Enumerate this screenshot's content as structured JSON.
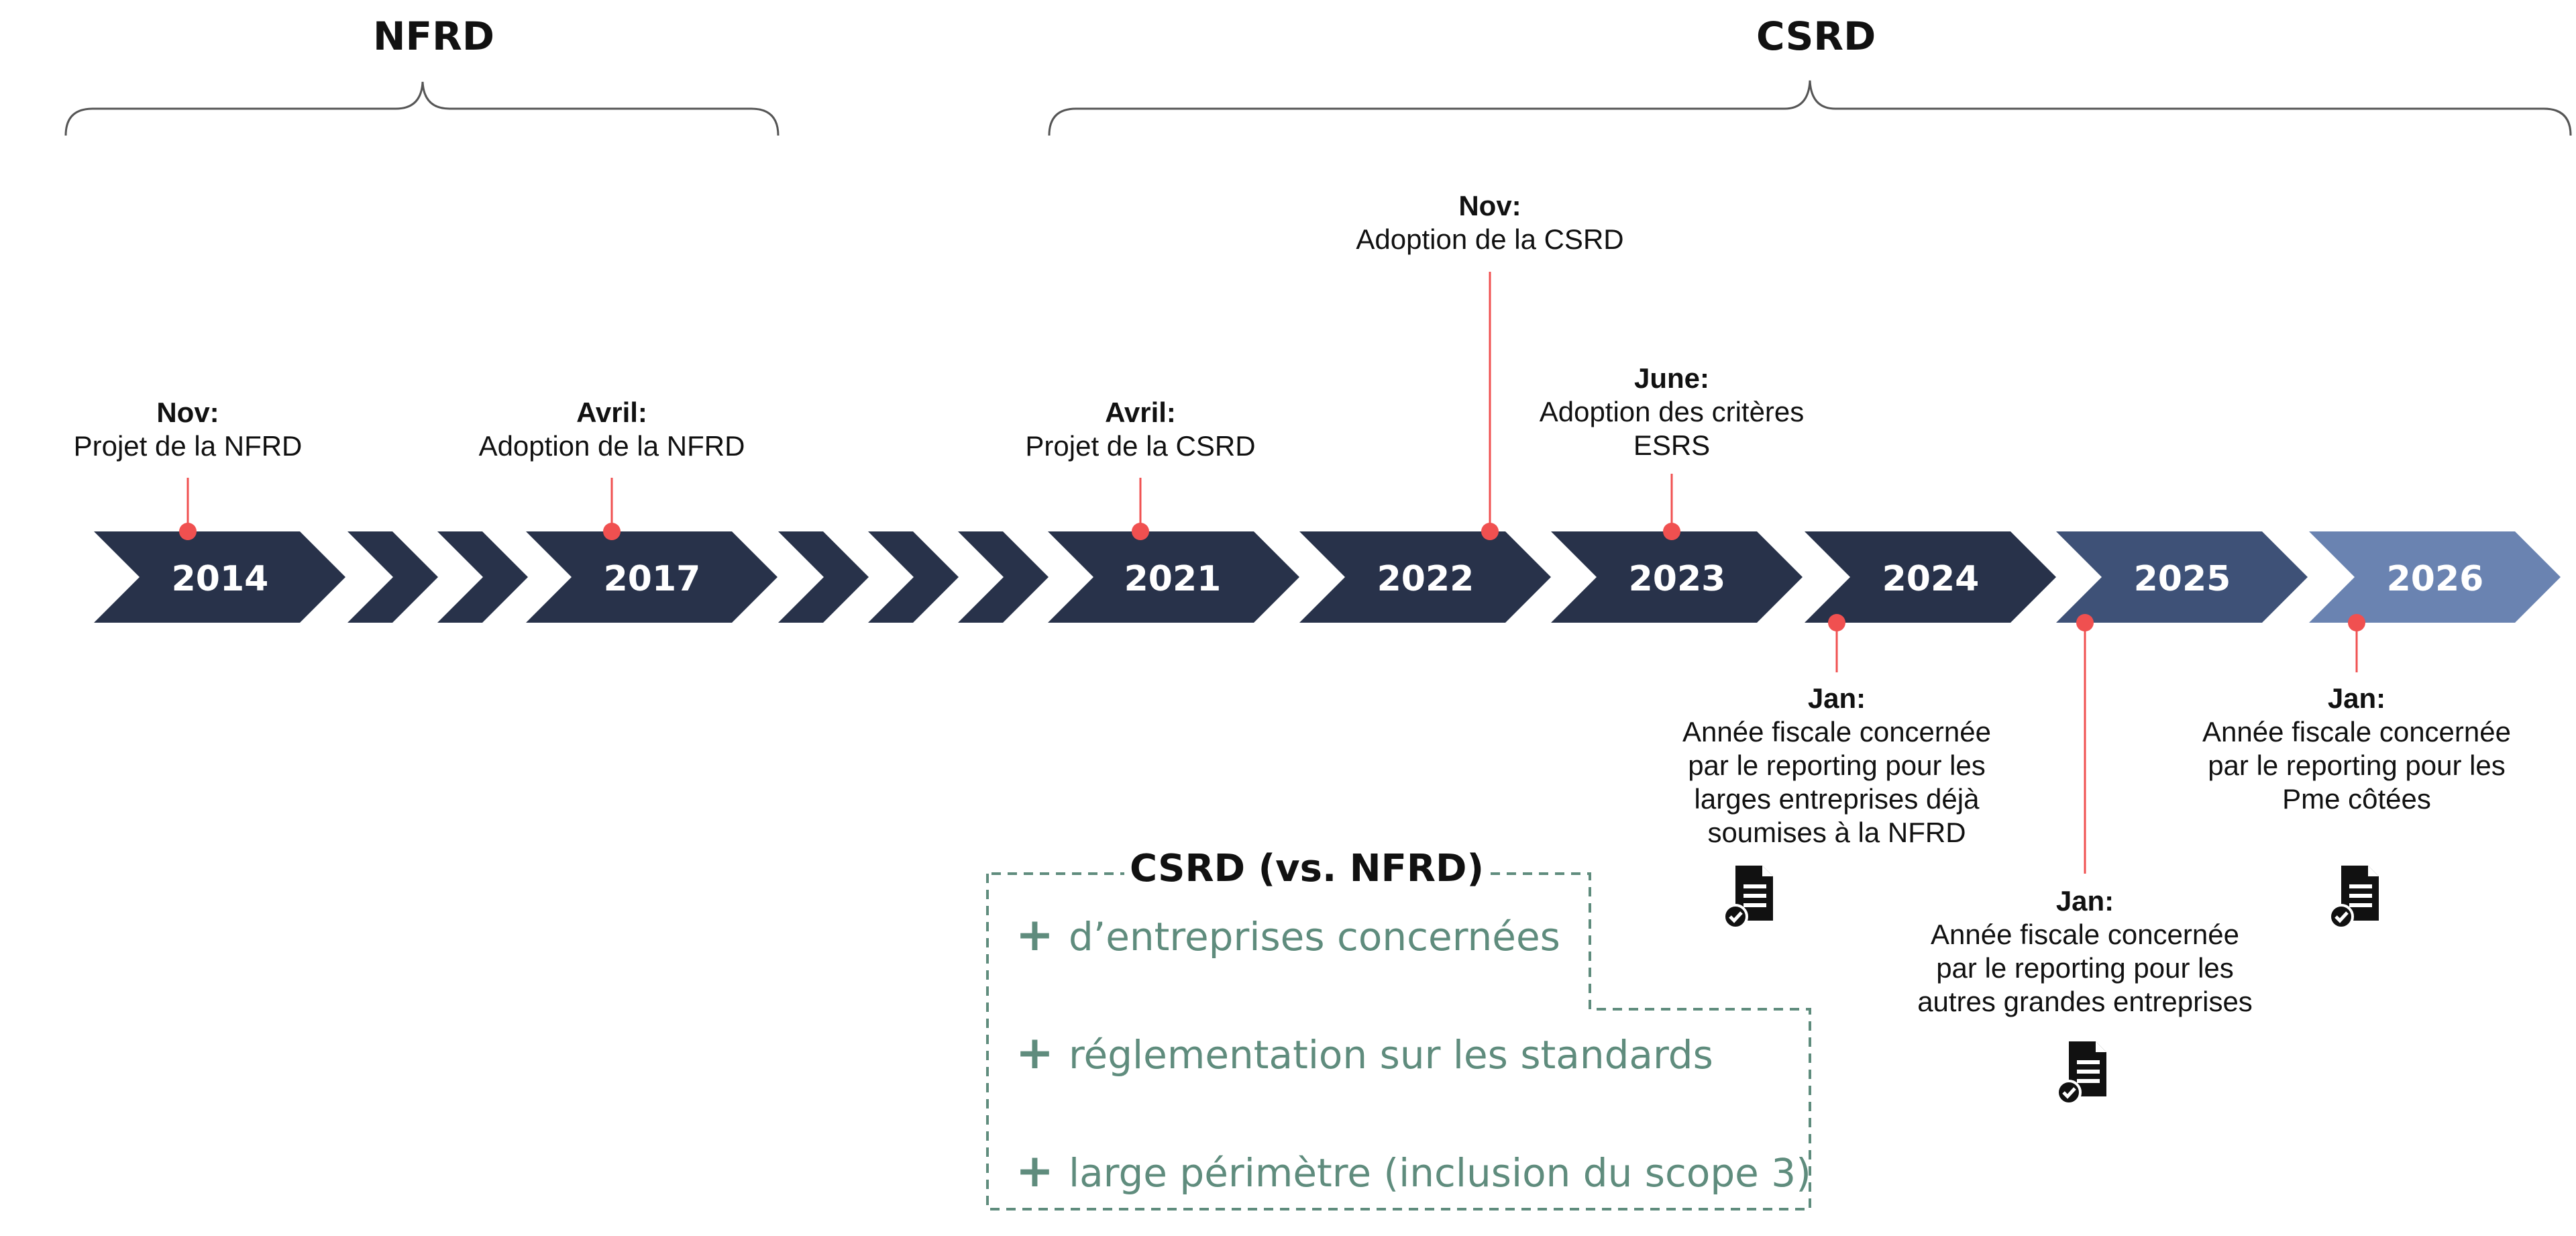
{
  "eras": [
    {
      "id": "nfrd",
      "label": "NFRD"
    },
    {
      "id": "csrd",
      "label": "CSRD"
    }
  ],
  "years": [
    "2014",
    "2017",
    "2021",
    "2022",
    "2023",
    "2024",
    "2025",
    "2026"
  ],
  "events": [
    {
      "month": "Nov:",
      "text": [
        "Projet de la NFRD"
      ]
    },
    {
      "month": "Avril:",
      "text": [
        "Adoption de la NFRD"
      ]
    },
    {
      "month": "Avril:",
      "text": [
        "Projet de la CSRD"
      ]
    },
    {
      "month": "Nov:",
      "text": [
        "Adoption de la CSRD"
      ]
    },
    {
      "month": "June:",
      "text": [
        "Adoption des critères",
        "ESRS"
      ]
    },
    {
      "month": "Jan:",
      "text": [
        "Année fiscale concernée",
        "par le reporting pour les",
        "larges entreprises déjà",
        "soumises à la NFRD"
      ]
    },
    {
      "month": "Jan:",
      "text": [
        "Année fiscale concernée",
        "par le reporting pour les",
        "autres grandes entreprises"
      ]
    },
    {
      "month": "Jan:",
      "text": [
        "Année fiscale concernée",
        "par le reporting pour les",
        "Pme côtées"
      ]
    }
  ],
  "comparison": {
    "title": "CSRD (vs. NFRD)",
    "plus": "+",
    "items": [
      "d’entreprises concernées",
      "réglementation sur les standards",
      "large périmètre (inclusion du scope 3)"
    ]
  },
  "colors": {
    "arrow_dark": "#28324a",
    "arrow_2025": "#3e5177",
    "arrow_2026": "#6a83b1",
    "marker": "#f05050",
    "accent_text": "#5f8c7d",
    "brace": "#555555",
    "dashed_border": "#5f8c7d"
  },
  "icons": {
    "report": "document-check-icon"
  }
}
